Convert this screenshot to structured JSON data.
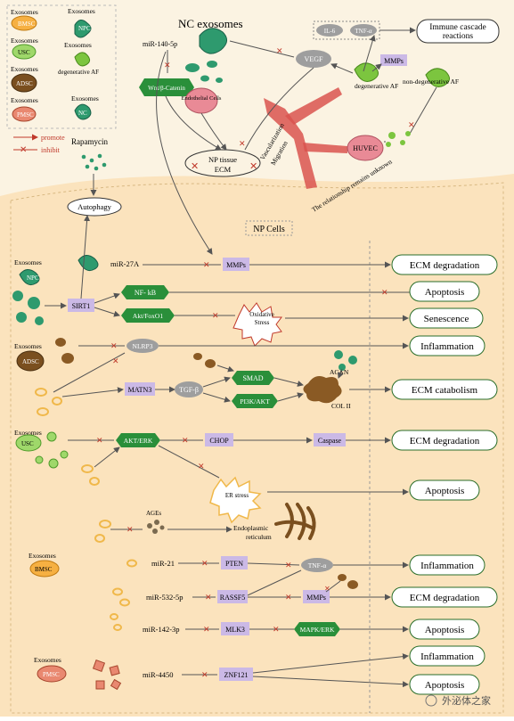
{
  "legend": {
    "items": [
      {
        "label": "Exosomes",
        "sub": "BMSC"
      },
      {
        "label": "Exosomes",
        "sub": "USC"
      },
      {
        "label": "Exosomes",
        "sub": "ADSC"
      },
      {
        "label": "Exosomes",
        "sub": "PMSC"
      },
      {
        "label": "Exosomes",
        "sub": "NPC"
      },
      {
        "label": "Exosomes",
        "sub": "degenerative AF"
      },
      {
        "label": "Exosomes",
        "sub": "NC"
      }
    ],
    "promote": "promote",
    "inhibit": "inhibit",
    "rapamycin": "Rapamycin",
    "autophagy": "Autophagy"
  },
  "top": {
    "title": "NC exosomes",
    "mir140": "miR-140-5p",
    "wnt": "Wnt/β-Catenin",
    "endothelial": "Endothelial Cells",
    "vegf": "VEGF",
    "il6": "IL-6",
    "tnf": "TNF-α",
    "immune": "Immune cascade reactions",
    "mmps": "MMPs",
    "degAF": "degenerative AF",
    "nondegAF": "non-degenerative AF",
    "nptissue": "NP tissue",
    "ecm": "ECM",
    "vasc": "Vascularization",
    "migration": "Migration",
    "huvec": "HUVEC",
    "relationship": "The relationship remains unknown"
  },
  "main": {
    "npcells": "NP Cells",
    "exo": "Exosomes",
    "npc": "NPC",
    "adsc": "ADSC",
    "usc": "USC",
    "bmsc": "BMSC",
    "pmsc": "PMSC",
    "mir27a": "miR-27A",
    "mmps": "MMPs",
    "sirt1": "SIRT1",
    "nfkb": "NF- kB",
    "aktfoxo1": "Akt/FoxO1",
    "oxidative": "Oxidative Stress",
    "nlrp3": "NLRP3",
    "matn3": "MATN3",
    "tgfb": "TGF-β",
    "smad": "SMAD",
    "pi3k": "PI3K/AKT",
    "acan": "ACAN",
    "col2": "COL II",
    "akterk": "AKT/ERK",
    "chop": "CHOP",
    "caspase": "Caspase",
    "erstress": "ER stress",
    "ages": "AGEs",
    "endoplasmic": "Endoplasmic reticulum",
    "mir21": "miR-21",
    "pten": "PTEN",
    "tnf": "TNF-α",
    "mir532": "miR-532-5p",
    "rassf5": "RASSF5",
    "mmps2": "MMPs",
    "mir142": "miR-142-3p",
    "mlk3": "MLK3",
    "mapk": "MAPK/ERK",
    "mir4450": "miR-4450",
    "znf121": "ZNF121"
  },
  "outcomes": [
    "ECM degradation",
    "Apoptosis",
    "Senescence",
    "Inflammation",
    "ECM catabolism",
    "ECM degradation",
    "Apoptosis",
    "Inflammation",
    "ECM degradation",
    "Apoptosis",
    "Inflammation",
    "Apoptosis"
  ],
  "watermark": "外泌体之家",
  "colors": {
    "bg_top": "#fbf3e2",
    "bg_main": "#fbe6c2",
    "protein": "#cbb9e6",
    "green": "#2a8f3a",
    "gray": "#9e9e9e",
    "inhibit": "#d94040",
    "promote": "#d94040"
  }
}
